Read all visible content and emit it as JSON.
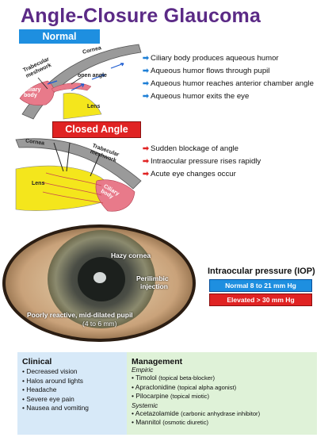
{
  "title": "Angle-Closure Glaucoma",
  "normal": {
    "tag": "Normal",
    "labels": {
      "cornea": "Cornea",
      "trabecular": "Trabecular\nmeshwork",
      "open_angle": "open angle",
      "ciliary": "Ciliary\nbody",
      "lens": "Lens"
    },
    "items": [
      "Ciliary body produces aqueous humor",
      "Aqueous humor flows through pupil",
      "Aqueous humor reaches anterior chamber angle",
      "Aqueous humor exits the eye"
    ]
  },
  "closed": {
    "tag": "Closed Angle",
    "labels": {
      "cornea": "Cornea",
      "trabecular": "Trabecular\nmeshwork",
      "lens": "Lens",
      "ciliary": "Ciliary\nbody"
    },
    "items": [
      "Sudden blockage of angle",
      "Intraocular pressure rises rapidly",
      "Acute eye changes occur"
    ]
  },
  "eye_photo": {
    "hazy": "Hazy cornea",
    "perilimbic_1": "Perilimbic",
    "perilimbic_2": "injection",
    "pupil_1": "Poorly reactive, mid-dilated pupil",
    "pupil_2": "(4 to 6 mm)"
  },
  "iop": {
    "title": "Intraocular pressure (IOP)",
    "normal": "Normal 8 to 21 mm Hg",
    "elevated": "Elevated > 30 mm Hg"
  },
  "clinical": {
    "title": "Clinical",
    "items": [
      "Decreased vision",
      "Halos around lights",
      "Headache",
      "Severe eye pain",
      "Nausea and vomiting"
    ]
  },
  "management": {
    "title": "Management",
    "empiric_label": "Empiric",
    "empiric": [
      {
        "drug": "Timolol",
        "note": "(topical beta-blocker)"
      },
      {
        "drug": "Apraclonidine",
        "note": "(topical alpha agonist)"
      },
      {
        "drug": "Pilocarpine",
        "note": "(topical miotic)"
      }
    ],
    "systemic_label": "Systemic",
    "systemic": [
      {
        "drug": "Acetazolamide",
        "note": "(carbonic anhydrase inhibitor)"
      },
      {
        "drug": "Mannitol",
        "note": "(osmotic diuretic)"
      }
    ]
  },
  "colors": {
    "title": "#5b2a86",
    "blue": "#1e8fe0",
    "red": "#e02323",
    "lens": "#f4e61c",
    "ciliary": "#e87a8a"
  }
}
